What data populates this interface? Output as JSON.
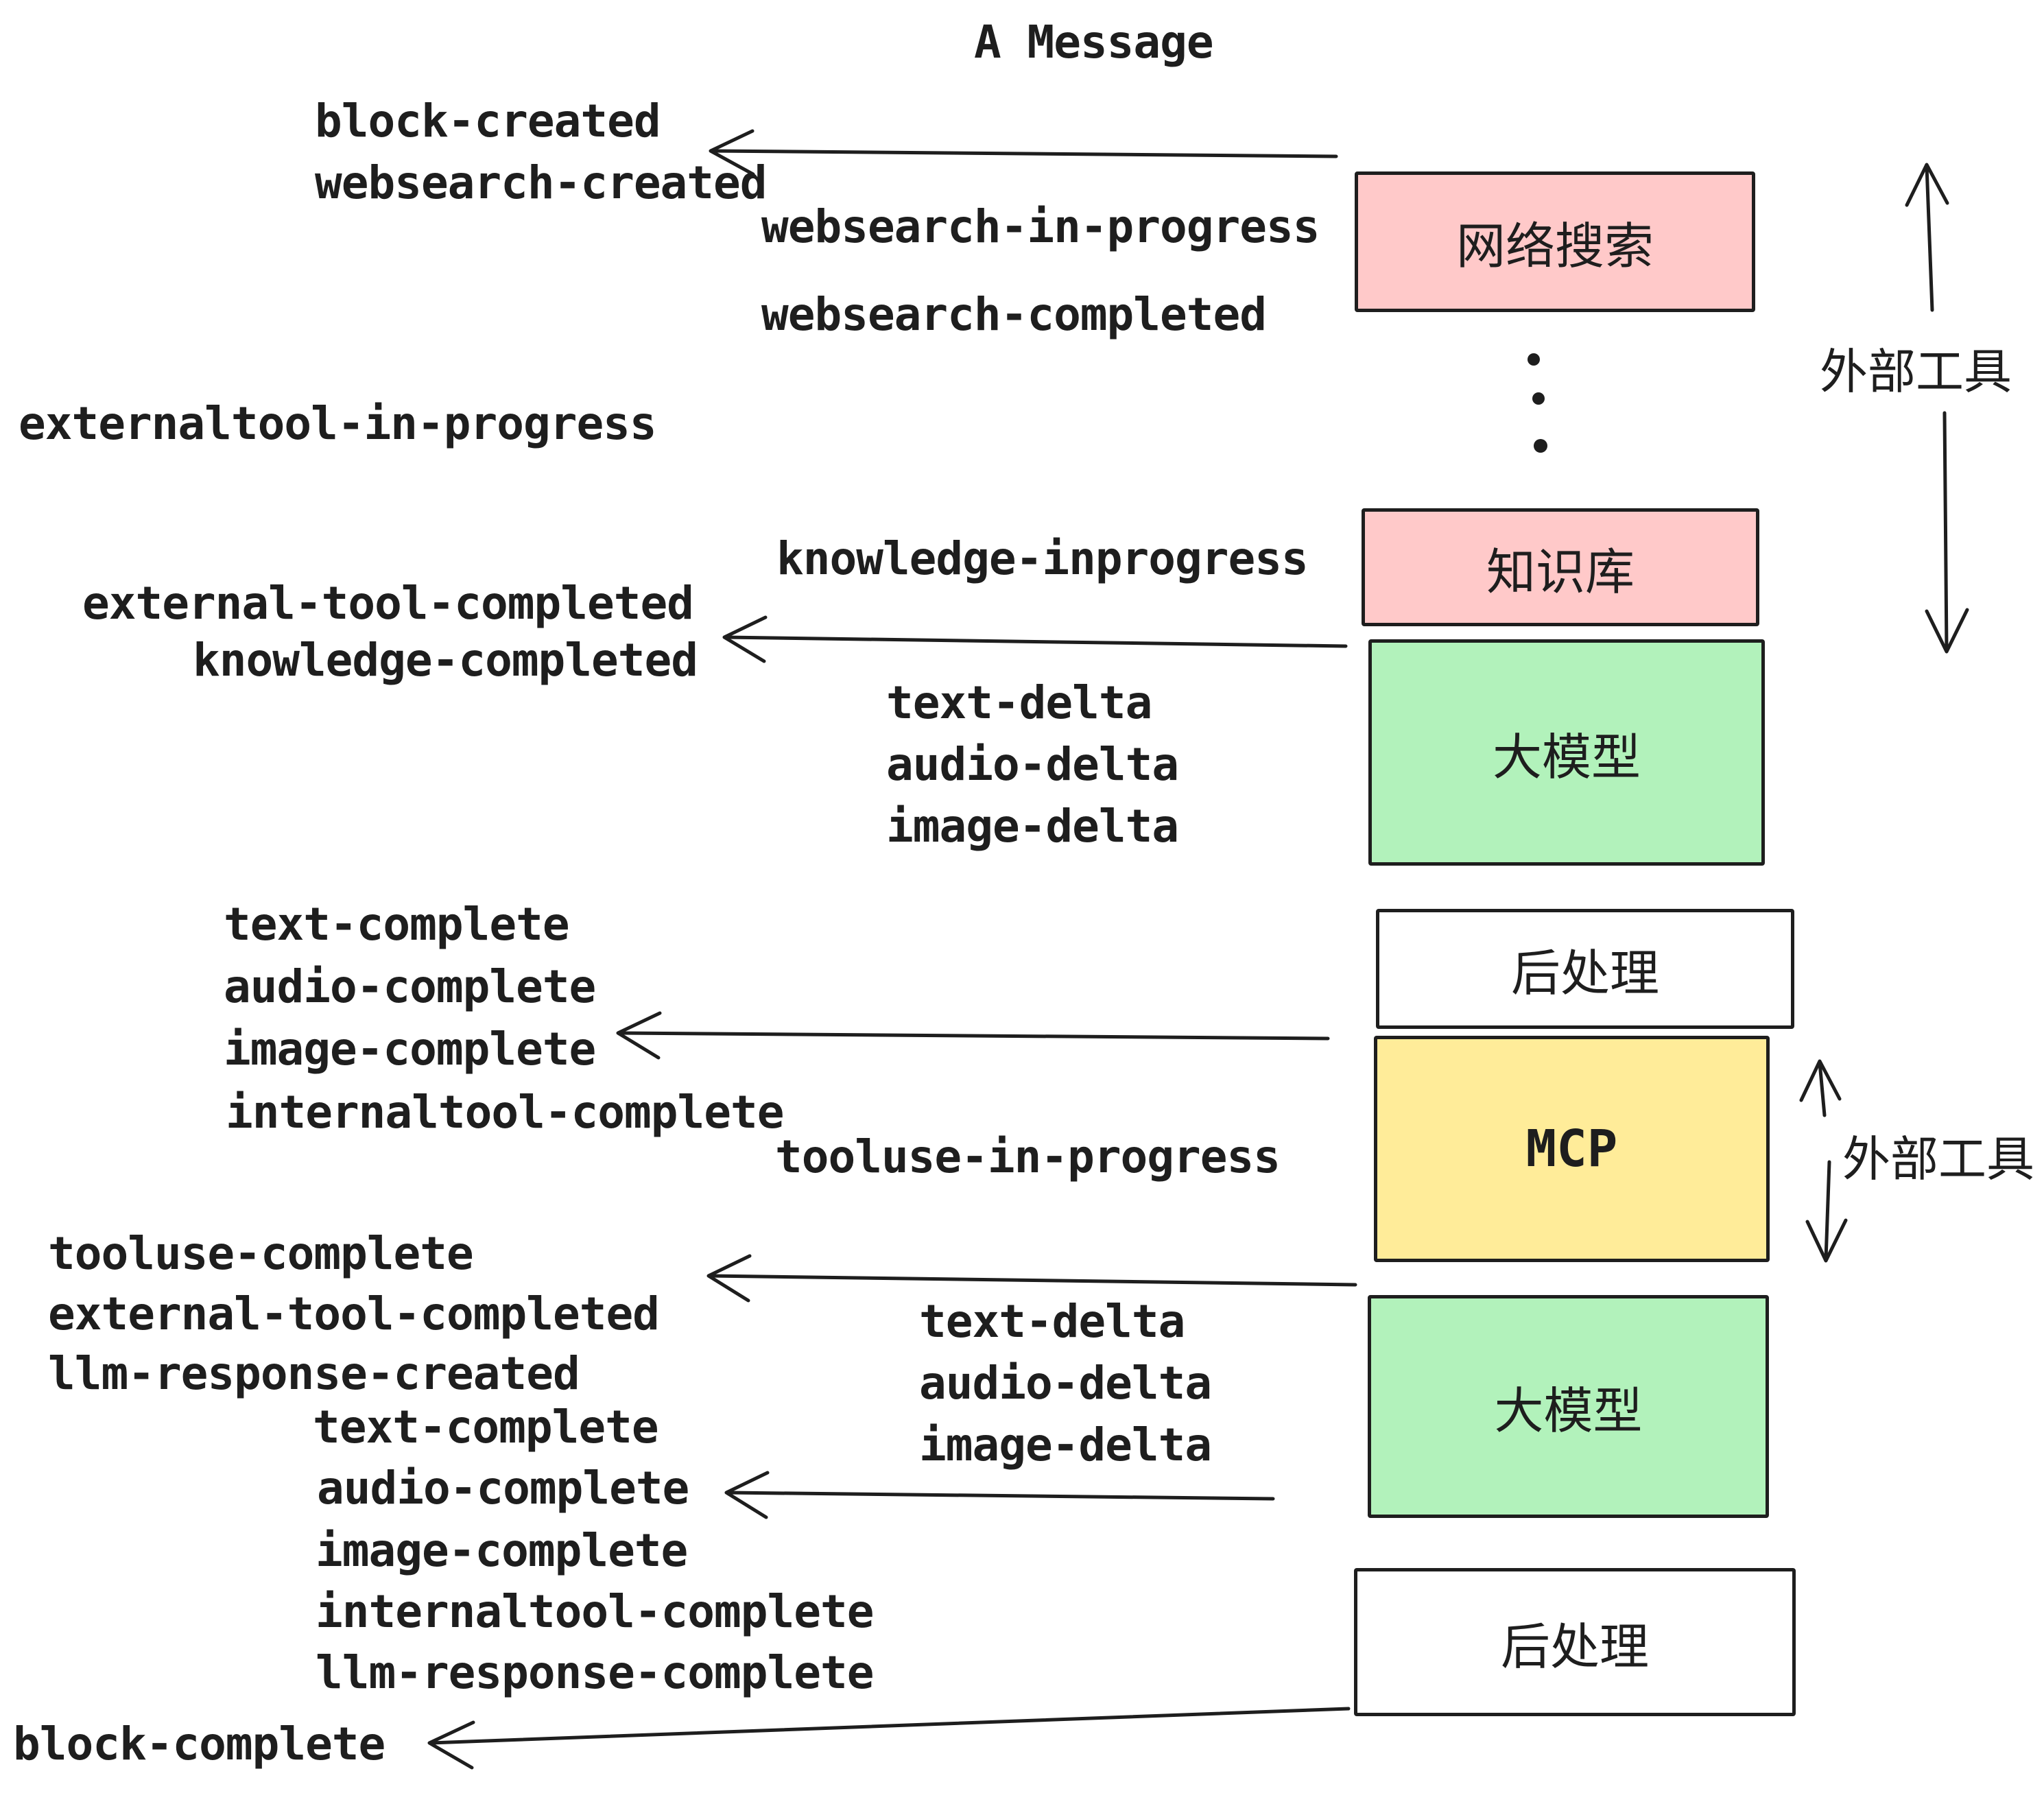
{
  "title": "A Message",
  "colors": {
    "stroke": "#1e1e1e",
    "pink": "#ffc9c9",
    "green": "#b2f2bb",
    "yellow": "#ffec99",
    "white": "#ffffff",
    "background": "#ffffff"
  },
  "boxes": {
    "websearch": {
      "label": "网络搜索",
      "fill": "#ffc9c9"
    },
    "knowledge": {
      "label": "知识库",
      "fill": "#ffc9c9"
    },
    "llm1": {
      "label": "大模型",
      "fill": "#b2f2bb"
    },
    "post1": {
      "label": "后处理",
      "fill": "#ffffff"
    },
    "mcp": {
      "label": "MCP",
      "fill": "#ffec99"
    },
    "llm2": {
      "label": "大模型",
      "fill": "#b2f2bb"
    },
    "post2": {
      "label": "后处理",
      "fill": "#ffffff"
    }
  },
  "side_labels": {
    "external_tools_top": "外部工具",
    "external_tools_bottom": "外部工具"
  },
  "events": {
    "block_created": "block-created",
    "websearch_created": "websearch-created",
    "websearch_in_progress": "websearch-in-progress",
    "websearch_completed": "websearch-completed",
    "externaltool_in_progress": "externaltool-in-progress",
    "knowledge_inprogress": "knowledge-inprogress",
    "external_tool_completed": "external-tool-completed",
    "knowledge_completed": "knowledge-completed",
    "text_delta": "text-delta",
    "audio_delta": "audio-delta",
    "image_delta": "image-delta",
    "text_complete": "text-complete",
    "audio_complete": "audio-complete",
    "image_complete": "image-complete",
    "internaltool_complete": "internaltool-complete",
    "tooluse_in_progress": "tooluse-in-progress",
    "tooluse_complete": "tooluse-complete",
    "external_tool_completed_2": "external-tool-completed",
    "llm_response_created": "llm-response-created",
    "text_complete_2": "text-complete",
    "audio_complete_2": "audio-complete",
    "text_delta_2": "text-delta",
    "audio_delta_2": "audio-delta",
    "image_delta_2": "image-delta",
    "image_complete_2": "image-complete",
    "internaltool_complete_2": "internaltool-complete",
    "llm_response_complete": "llm-response-complete",
    "block_complete": "block-complete"
  }
}
